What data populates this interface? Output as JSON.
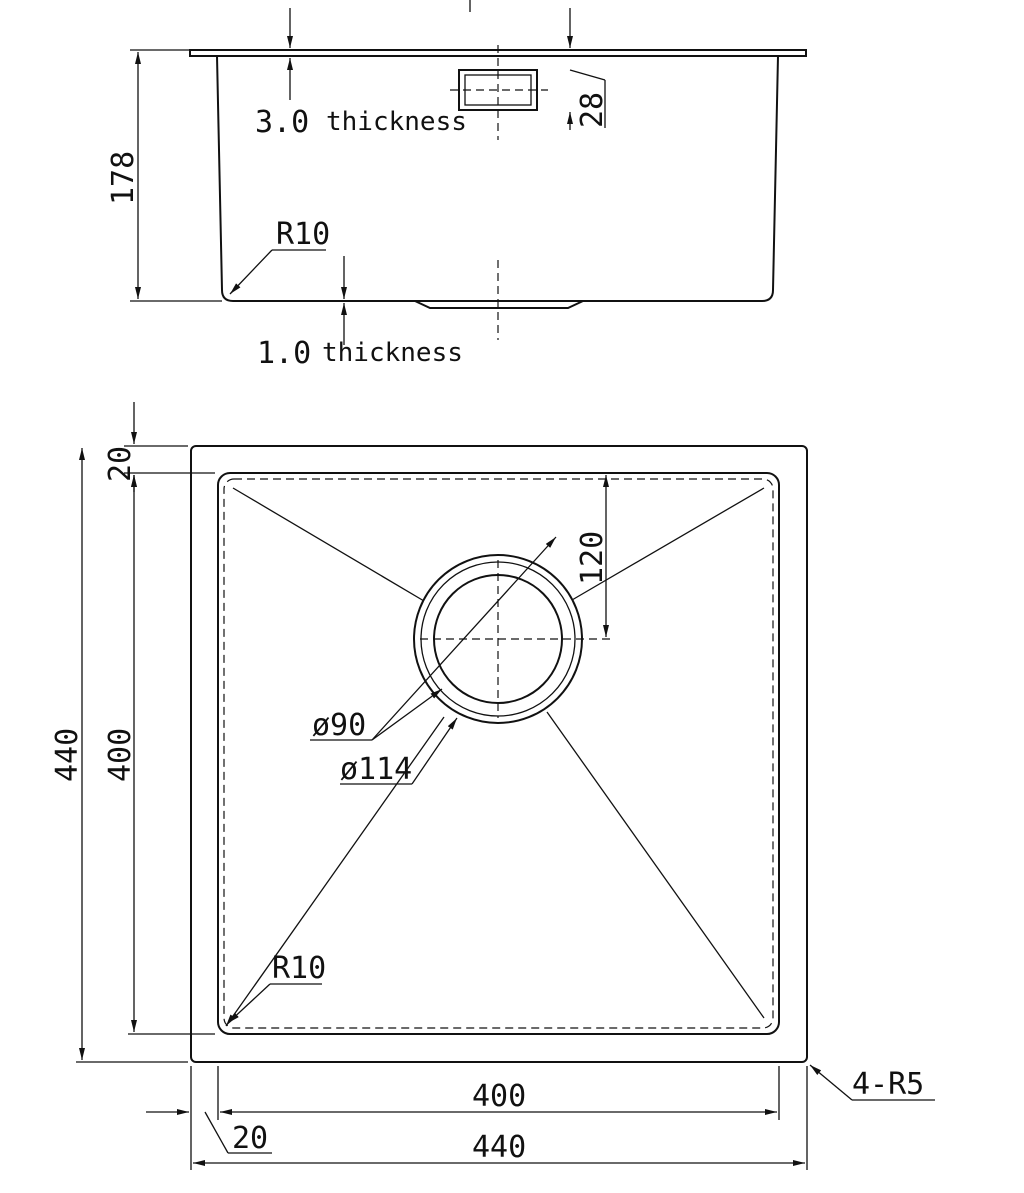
{
  "side_view": {
    "top_thickness_value": "3.0",
    "top_thickness_word": "thickness",
    "bottom_thickness_value": "1.0",
    "bottom_thickness_word": "thickness",
    "height": "178",
    "outlet_height": "28",
    "corner_radius": "R10"
  },
  "plan_view": {
    "outer_height": "440",
    "inner_height": "400",
    "rim_top": "20",
    "drain_offset": "120",
    "drain_inner_diameter": "ø90",
    "drain_outer_diameter": "ø114",
    "corner_radius": "R10",
    "outer_corner_radius": "4-R5",
    "inner_width": "400",
    "rim_left": "20",
    "outer_width": "440"
  }
}
